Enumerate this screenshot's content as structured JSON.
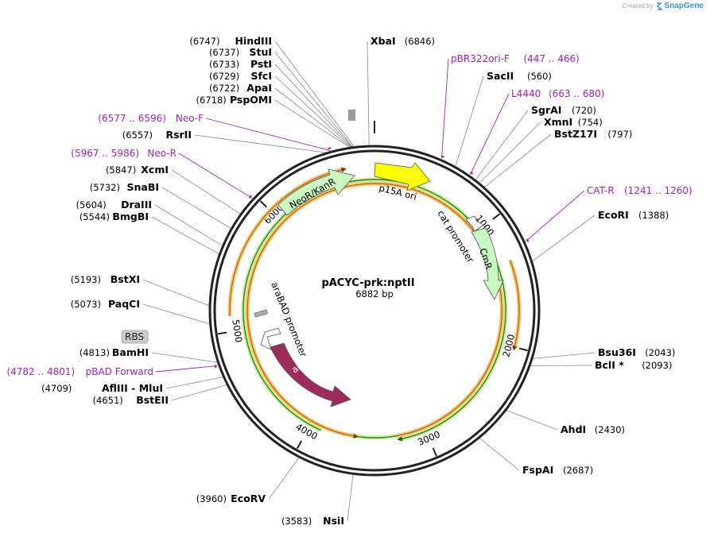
{
  "brand": {
    "prefix": "Created by",
    "name": "SnapGene"
  },
  "map": {
    "name": "pACYC-prk:nptII",
    "size_label": "6882 bp",
    "length": 6882,
    "ticks": [
      "1000",
      "2000",
      "3000",
      "4000",
      "5000",
      "6000"
    ],
    "backbone_color": "#222222",
    "primer_color": "#a020c8"
  },
  "sites": [
    {
      "name": "HindIII",
      "pos": "(6747)",
      "pos_first": true
    },
    {
      "name": "StuI",
      "pos": "(6737)",
      "pos_first": true
    },
    {
      "name": "PstI",
      "pos": "(6733)",
      "pos_first": true
    },
    {
      "name": "SfcI",
      "pos": "(6729)",
      "pos_first": true
    },
    {
      "name": "ApaI",
      "pos": "(6722)",
      "pos_first": true
    },
    {
      "name": "PspOMI",
      "pos": "(6718)",
      "pos_first": true
    },
    {
      "name": "RsrII",
      "pos": "(6557)",
      "pos_first": true
    },
    {
      "name": "XcmI",
      "pos": "(5847)",
      "pos_first": true
    },
    {
      "name": "SnaBI",
      "pos": "(5732)",
      "pos_first": true
    },
    {
      "name": "DraIII",
      "pos": "(5604)",
      "pos_first": true
    },
    {
      "name": "BmgBI",
      "pos": "(5544)",
      "pos_first": true
    },
    {
      "name": "BstXI",
      "pos": "(5193)",
      "pos_first": true
    },
    {
      "name": "PaqCI",
      "pos": "(5073)",
      "pos_first": true
    },
    {
      "name": "BamHI",
      "pos": "(4813)",
      "pos_first": true
    },
    {
      "name": "AflIII - MluI",
      "pos": "(4709)",
      "pos_first": true
    },
    {
      "name": "BstEII",
      "pos": "(4651)",
      "pos_first": true
    },
    {
      "name": "EcoRV",
      "pos": "(3960)",
      "pos_first": true
    },
    {
      "name": "NsiI",
      "pos": "(3583)",
      "pos_first": true
    },
    {
      "name": "XbaI",
      "pos": "(6846)",
      "pos_first": false
    },
    {
      "name": "SacII",
      "pos": "(560)",
      "pos_first": false
    },
    {
      "name": "SgrAI",
      "pos": "(720)",
      "pos_first": false
    },
    {
      "name": "XmnI",
      "pos": "(754)",
      "pos_first": false
    },
    {
      "name": "BstZ17I",
      "pos": "(797)",
      "pos_first": false
    },
    {
      "name": "EcoRI",
      "pos": "(1388)",
      "pos_first": false
    },
    {
      "name": "Bsu36I",
      "pos": "(2043)",
      "pos_first": false
    },
    {
      "name": "BclI *",
      "pos": "(2093)",
      "pos_first": false
    },
    {
      "name": "AhdI",
      "pos": "(2430)",
      "pos_first": false
    },
    {
      "name": "FspAI",
      "pos": "(2687)",
      "pos_first": false
    }
  ],
  "primers": [
    {
      "name": "pBR322ori-F",
      "pos": "(447 .. 466)"
    },
    {
      "name": "L4440",
      "pos": "(663 .. 680)"
    },
    {
      "name": "CAT-R",
      "pos": "(1241 .. 1260)"
    },
    {
      "name": "Neo-F",
      "pos": "(6577 .. 6596)"
    },
    {
      "name": "Neo-R",
      "pos": "(5967 .. 5986)"
    },
    {
      "name": "pBAD Forward",
      "pos": "(4782 .. 4801)"
    }
  ],
  "features": {
    "neo": "NeoR/KanR",
    "ori": "p15A ori",
    "cat_promoter": "cat promoter",
    "cmr": "CmR",
    "arabad": "araBAD promoter",
    "arac": "araC",
    "rbs": "RBS"
  },
  "colors": {
    "ori": "#ffff00",
    "marker": "#c9f7c4",
    "arac": "#9b2c5c",
    "orf": "#e8a030",
    "orf_green": "#7ac943",
    "promoter": "#ffffff"
  }
}
